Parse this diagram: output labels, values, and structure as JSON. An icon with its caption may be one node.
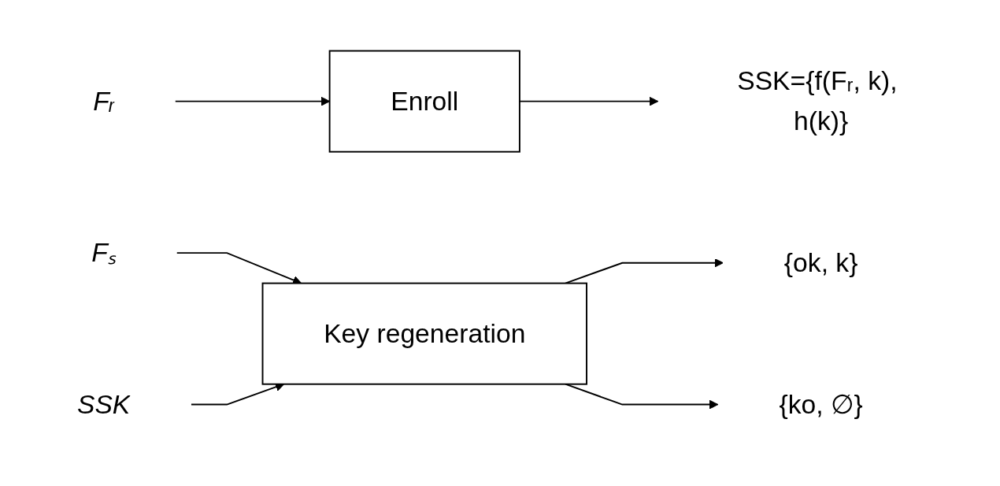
{
  "diagram": {
    "nodes": [
      {
        "text": [
          "Fᵣ"
        ]
      },
      {
        "text": [
          "Enroll"
        ]
      },
      {
        "text": [
          "SSK={f(Fᵣ, k), h(k)}"
        ]
      },
      {
        "text": [
          "Fₛ"
        ]
      },
      {
        "text": [
          "SSK"
        ]
      },
      {
        "text": [
          "Key regeneration"
        ]
      },
      {
        "text": [
          "{ok, k}"
        ]
      },
      {
        "text": [
          "{ko, ∅}"
        ]
      }
    ],
    "edges": [
      {
        "from": 0,
        "to": 1,
        "arrow": "to"
      },
      {
        "from": 1,
        "to": 2,
        "arrow": "to"
      },
      {
        "from": 3,
        "to": 5,
        "arrow": "to"
      },
      {
        "from": 4,
        "to": 5,
        "arrow": "to"
      },
      {
        "from": 5,
        "to": 6,
        "arrow": "to"
      },
      {
        "from": 5,
        "to": 7,
        "arrow": "to"
      }
    ]
  }
}
